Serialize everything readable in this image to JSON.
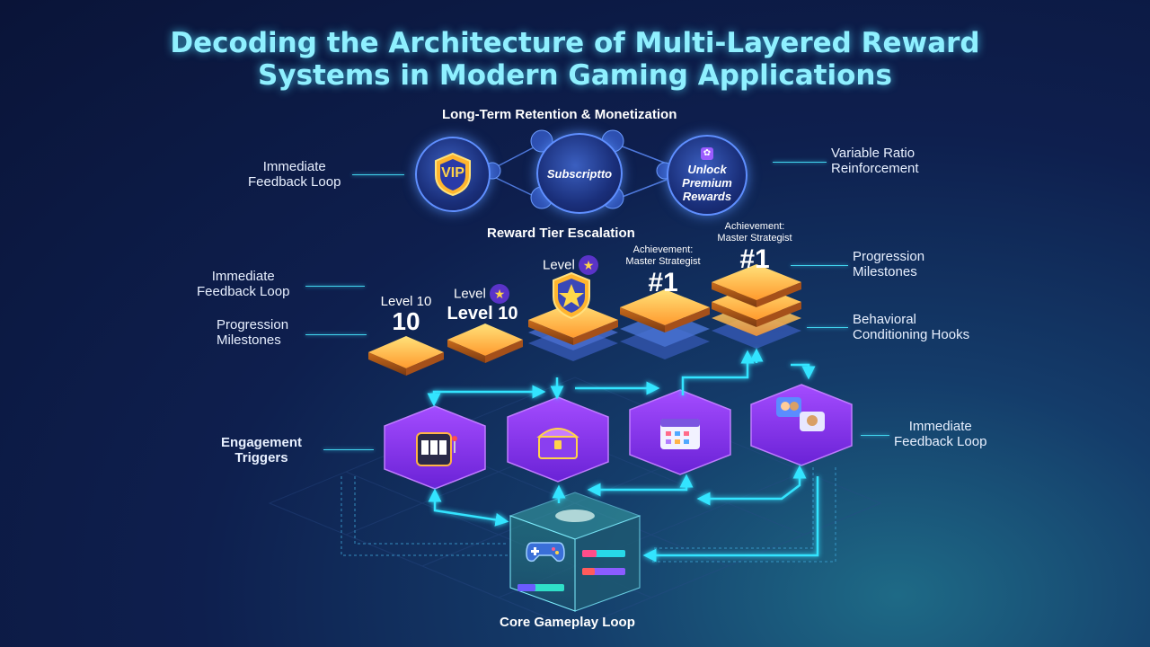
{
  "title": {
    "line1": "Decoding the Architecture of Multi-Layered Reward",
    "line2": "Systems in Modern Gaming Applications"
  },
  "sections": {
    "top": "Long-Term Retention & Monetization",
    "middle": "Reward Tier Escalation",
    "bottom": "Core Gameplay Loop"
  },
  "top_row": {
    "vip": {
      "label": "VIP",
      "icon": "vip-shield-icon"
    },
    "subscription": {
      "label": "Subscriptto"
    },
    "unlock": {
      "line1": "Unlock",
      "line2": "Premium",
      "line3": "Rewards",
      "icon": "gift-icon"
    }
  },
  "side_labels": {
    "top_left": {
      "line1": "Immediate",
      "line2": "Feedback Loop"
    },
    "top_right": {
      "line1": "Variable Ratio",
      "line2": "Reinforcement"
    },
    "mid_left_1": {
      "line1": "Immediate",
      "line2": "Feedback Loop"
    },
    "mid_left_2": {
      "line1": "Progression",
      "line2": "Milestones"
    },
    "mid_right_1": {
      "line1": "Progression",
      "line2": "Milestones"
    },
    "mid_right_2": {
      "line1": "Behavioral",
      "line2": "Conditioning Hooks"
    },
    "bottom_left": {
      "line1": "Engagement",
      "line2": "Triggers"
    },
    "bottom_right": {
      "line1": "Immediate",
      "line2": "Feedback Loop"
    }
  },
  "tiers": {
    "t1": {
      "label": "Level 10",
      "number": "10"
    },
    "t2": {
      "label": "Level",
      "big": "Level 10"
    },
    "t3": {
      "label": "Level"
    },
    "t4": {
      "line1": "Achievement:",
      "line2": "Master Strategist",
      "rank": "#1"
    },
    "t5": {
      "line1": "Achievement:",
      "line2": "Master Strategist",
      "rank": "#1"
    }
  },
  "hexes": [
    {
      "icon": "slot-machine-icon"
    },
    {
      "icon": "treasure-chest-icon"
    },
    {
      "icon": "calendar-icon"
    },
    {
      "icon": "chat-avatars-icon"
    }
  ],
  "core": {
    "icon": "gamepad-icon"
  },
  "colors": {
    "title": "#8ff0ff",
    "connector": "#33e4ff",
    "hex": "#8a3ff0",
    "tier_gold": "#ffb347",
    "background": "#0e1f4e"
  }
}
